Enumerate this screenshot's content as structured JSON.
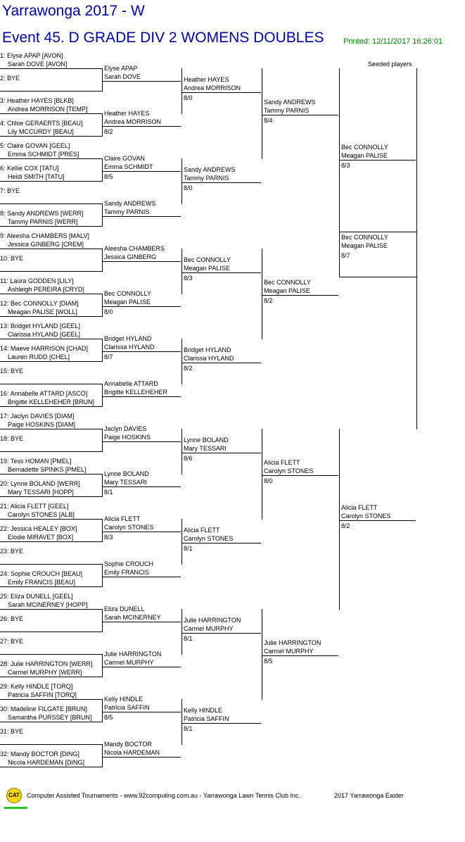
{
  "header": {
    "tournament": "Yarrawonga  2017 - W",
    "event": "Event 45. D GRADE DIV 2 WOMENS DOUBLES",
    "printed": "Printed: 12/11/2017 16:26:01",
    "seeded": "Seeded players"
  },
  "draw": [
    {
      "top": "1: Elyse APAP [AVON]",
      "bottom": "Sarah DOVE [AVON]"
    },
    {
      "top": "2: BYE",
      "bottom": ""
    },
    {
      "top": "3: Heather HAYES [BLKB]",
      "bottom": "Andrea MORRISON [TEMP]"
    },
    {
      "top": "4: Chloe GERAERTS [BEAU]",
      "bottom": "Lily MCCURDY [BEAU]"
    },
    {
      "top": "5: Claire GOVAN [GEEL]",
      "bottom": "Emma SCHMIDT [PRES]"
    },
    {
      "top": "6: Kellie COX [TATU]",
      "bottom": "Heidi SMITH [TATU]"
    },
    {
      "top": "7: BYE",
      "bottom": ""
    },
    {
      "top": "8: Sandy ANDREWS [WERR]",
      "bottom": "Tammy PARNIS [WERR]"
    },
    {
      "top": "9: Aleesha CHAMBERS [MALV]",
      "bottom": "Jessica GINBERG [CREM]"
    },
    {
      "top": "10: BYE",
      "bottom": ""
    },
    {
      "top": "11: Laura GODDEN [LILY]",
      "bottom": "Ashleigh PEREIRA [CRYD]"
    },
    {
      "top": "12: Bec CONNOLLY [DIAM]",
      "bottom": "Meagan PALISE [WOLL]"
    },
    {
      "top": "13: Bridget HYLAND [GEEL]",
      "bottom": "Clarissa HYLAND [GEEL]"
    },
    {
      "top": "14: Maeve HARRISON [CHAD]",
      "bottom": "Lauren RUDD [CHEL]"
    },
    {
      "top": "15: BYE",
      "bottom": ""
    },
    {
      "top": "16: Annabelle ATTARD [ASCO]",
      "bottom": "Brigitte KELLEHEHER [BRUN]"
    },
    {
      "top": "17: Jaclyn DAVIES [DIAM]",
      "bottom": "Paige HOSKINS [DIAM]"
    },
    {
      "top": "18: BYE",
      "bottom": ""
    },
    {
      "top": "19: Tess HOMAN [PMEL]",
      "bottom": "Bernadette SPINKS [PMEL]"
    },
    {
      "top": "20: Lynne BOLAND [WERR]",
      "bottom": "Mary TESSARI [HOPP]"
    },
    {
      "top": "21: Alicia FLETT [GEEL]",
      "bottom": "Carolyn STONES [ALB]"
    },
    {
      "top": "22: Jessica HEALEY [BOX]",
      "bottom": "Elodie MIRAVET [BOX]"
    },
    {
      "top": "23: BYE",
      "bottom": ""
    },
    {
      "top": "24: Sophie CROUCH [BEAU]",
      "bottom": "Emily FRANCIS [BEAU]"
    },
    {
      "top": "25: Eliza DUNELL [GEEL]",
      "bottom": "Sarah MCINERNEY [HOPP]"
    },
    {
      "top": "26: BYE",
      "bottom": ""
    },
    {
      "top": "27: BYE",
      "bottom": ""
    },
    {
      "top": "28: Julie HARRINGTON [WERR]",
      "bottom": "Carmel MURPHY [WERR]"
    },
    {
      "top": "29: Kelly HINDLE [TORQ]",
      "bottom": "Patricia SAFFIN [TORQ]"
    },
    {
      "top": "30: Madeline FILGATE [BRUN]",
      "bottom": "Samantha PURSSEY [BRUN]"
    },
    {
      "top": "31: BYE",
      "bottom": ""
    },
    {
      "top": "32: Mandy BOCTOR [DING]",
      "bottom": "Nicola HARDEMAN [DING]"
    }
  ],
  "rounds": [
    [
      {
        "p1": "Elyse APAP",
        "p2": "Sarah DOVE",
        "score": ""
      },
      {
        "p1": "Heather HAYES",
        "p2": "Andrea MORRISON",
        "score": "8/2"
      },
      {
        "p1": "Claire GOVAN",
        "p2": "Emma SCHMIDT",
        "score": "8/5"
      },
      {
        "p1": "Sandy ANDREWS",
        "p2": "Tammy PARNIS",
        "score": ""
      },
      {
        "p1": "Aleesha CHAMBERS",
        "p2": "Jessica GINBERG",
        "score": ""
      },
      {
        "p1": "Bec CONNOLLY",
        "p2": "Meagan PALISE",
        "score": "8/0"
      },
      {
        "p1": "Bridget HYLAND",
        "p2": "Clarissa HYLAND",
        "score": "8/7"
      },
      {
        "p1": "Annabelle ATTARD",
        "p2": "Brigitte KELLEHEHER",
        "score": ""
      },
      {
        "p1": "Jaclyn DAVIES",
        "p2": "Paige HOSKINS",
        "score": ""
      },
      {
        "p1": "Lynne BOLAND",
        "p2": "Mary TESSARI",
        "score": "8/1"
      },
      {
        "p1": "Alicia FLETT",
        "p2": "Carolyn STONES",
        "score": "8/3"
      },
      {
        "p1": "Sophie CROUCH",
        "p2": "Emily FRANCIS",
        "score": ""
      },
      {
        "p1": "Eliza DUNELL",
        "p2": "Sarah MCINERNEY",
        "score": ""
      },
      {
        "p1": "Julie HARRINGTON",
        "p2": "Carmel MURPHY",
        "score": ""
      },
      {
        "p1": "Kelly HINDLE",
        "p2": "Patricia SAFFIN",
        "score": "8/5"
      },
      {
        "p1": "Mandy BOCTOR",
        "p2": "Nicola HARDEMAN",
        "score": ""
      }
    ],
    [
      {
        "p1": "Heather HAYES",
        "p2": "Andrea MORRISON",
        "score": "8/0"
      },
      {
        "p1": "Sandy ANDREWS",
        "p2": "Tammy PARNIS",
        "score": "8/0"
      },
      {
        "p1": "Bec CONNOLLY",
        "p2": "Meagan PALISE",
        "score": "8/3"
      },
      {
        "p1": "Bridget HYLAND",
        "p2": "Clarissa HYLAND",
        "score": "8/2"
      },
      {
        "p1": "Lynne BOLAND",
        "p2": "Mary TESSARI",
        "score": "8/6"
      },
      {
        "p1": "Alicia FLETT",
        "p2": "Carolyn STONES",
        "score": "8/1"
      },
      {
        "p1": "Julie HARRINGTON",
        "p2": "Carmel MURPHY",
        "score": "8/1"
      },
      {
        "p1": "Kelly HINDLE",
        "p2": "Patricia SAFFIN",
        "score": "8/1"
      }
    ],
    [
      {
        "p1": "Sandy ANDREWS",
        "p2": "Tammy PARNIS",
        "score": "8/4"
      },
      {
        "p1": "Bec CONNOLLY",
        "p2": "Meagan PALISE",
        "score": "8/2"
      },
      {
        "p1": "Alicia FLETT",
        "p2": "Carolyn STONES",
        "score": "8/0"
      },
      {
        "p1": "Julie HARRINGTON",
        "p2": "Carmel MURPHY",
        "score": "8/5"
      }
    ],
    [
      {
        "p1": "Bec CONNOLLY",
        "p2": "Meagan PALISE",
        "score": "8/3"
      },
      {
        "p1": "Alicia FLETT",
        "p2": "Carolyn STONES",
        "score": "8/2"
      }
    ],
    [
      {
        "p1": "Bec CONNOLLY",
        "p2": "Meagan PALISE",
        "score": "8/7"
      }
    ]
  ],
  "footer": {
    "logo": "CAT",
    "credit": "Computer Assisted Tournaments - www.92computing.com.au  -  Yarrawonga Lawn Tennis Club Inc.",
    "event_name": "2017 Yarrawonga Easter"
  }
}
